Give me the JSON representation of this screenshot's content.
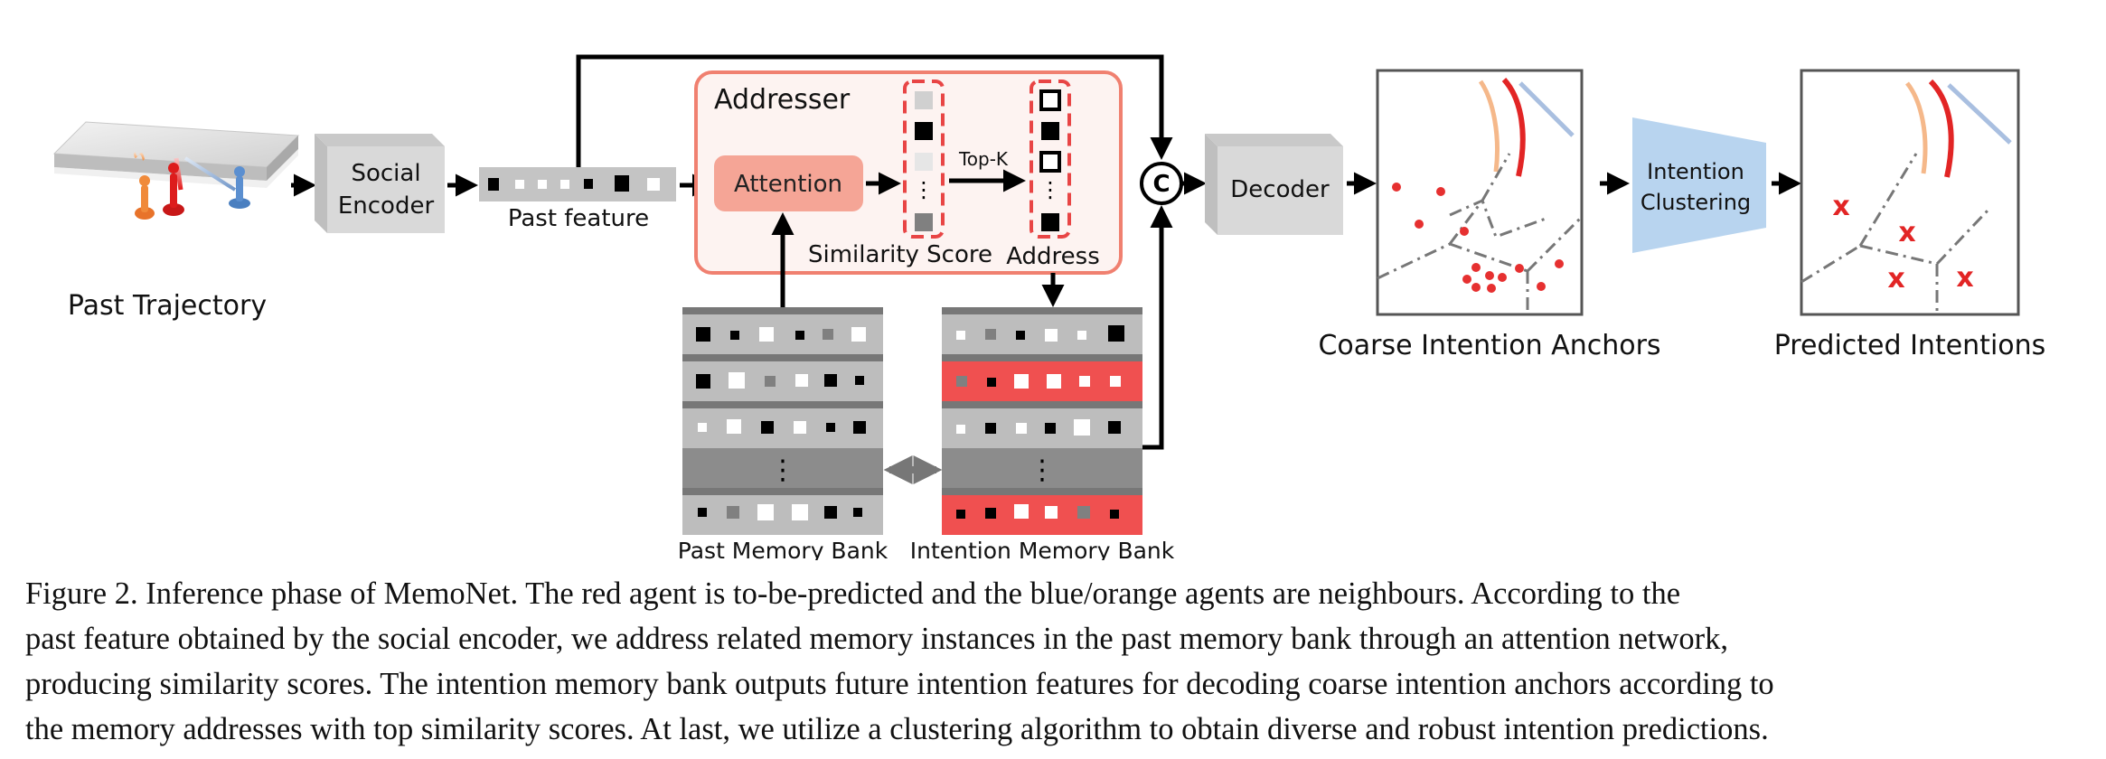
{
  "diagram": {
    "past_trajectory_label": "Past Trajectory",
    "social_encoder_line1": "Social",
    "social_encoder_line2": "Encoder",
    "past_feature_label": "Past feature",
    "addresser_title": "Addresser",
    "attention_label": "Attention",
    "similarity_score_label": "Similarity Score",
    "top_k_label": "Top-K",
    "address_label": "Address",
    "concat_symbol": "C",
    "decoder_label": "Decoder",
    "coarse_anchors_label": "Coarse Intention Anchors",
    "clustering_line1": "Intention",
    "clustering_line2": "Clustering",
    "predicted_label": "Predicted Intentions",
    "past_memory_bank_label": "Past Memory Bank",
    "intention_memory_bank_label": "Intention Memory Bank",
    "ellipsis": "⋮",
    "prediction_marker": "x"
  },
  "caption": {
    "line1": "Figure 2. Inference phase of MemoNet. The red agent is to-be-predicted and the blue/orange agents are neighbours. According to the",
    "line2": "past feature obtained by the social encoder, we address related memory instances in the past memory bank through an attention network,",
    "line3": "producing similarity scores. The intention memory bank outputs future intention features for decoding coarse intention anchors according to",
    "line4": "the memory addresses with top similarity scores. At last, we utilize a clustering algorithm to obtain diverse and robust intention predictions."
  },
  "colors": {
    "addresser_border": "#f08070",
    "attention_fill": "#f5a596",
    "dashed_red": "#e84545",
    "memory_red": "#f05050",
    "anchor_dot": "#e63030",
    "clustering_fill": "#b8d4ef",
    "box_gray": "#d9d9d9"
  },
  "icons": [
    "agent-red-icon",
    "agent-orange-icon",
    "agent-blue-icon",
    "concat-icon",
    "double-arrow-icon"
  ]
}
